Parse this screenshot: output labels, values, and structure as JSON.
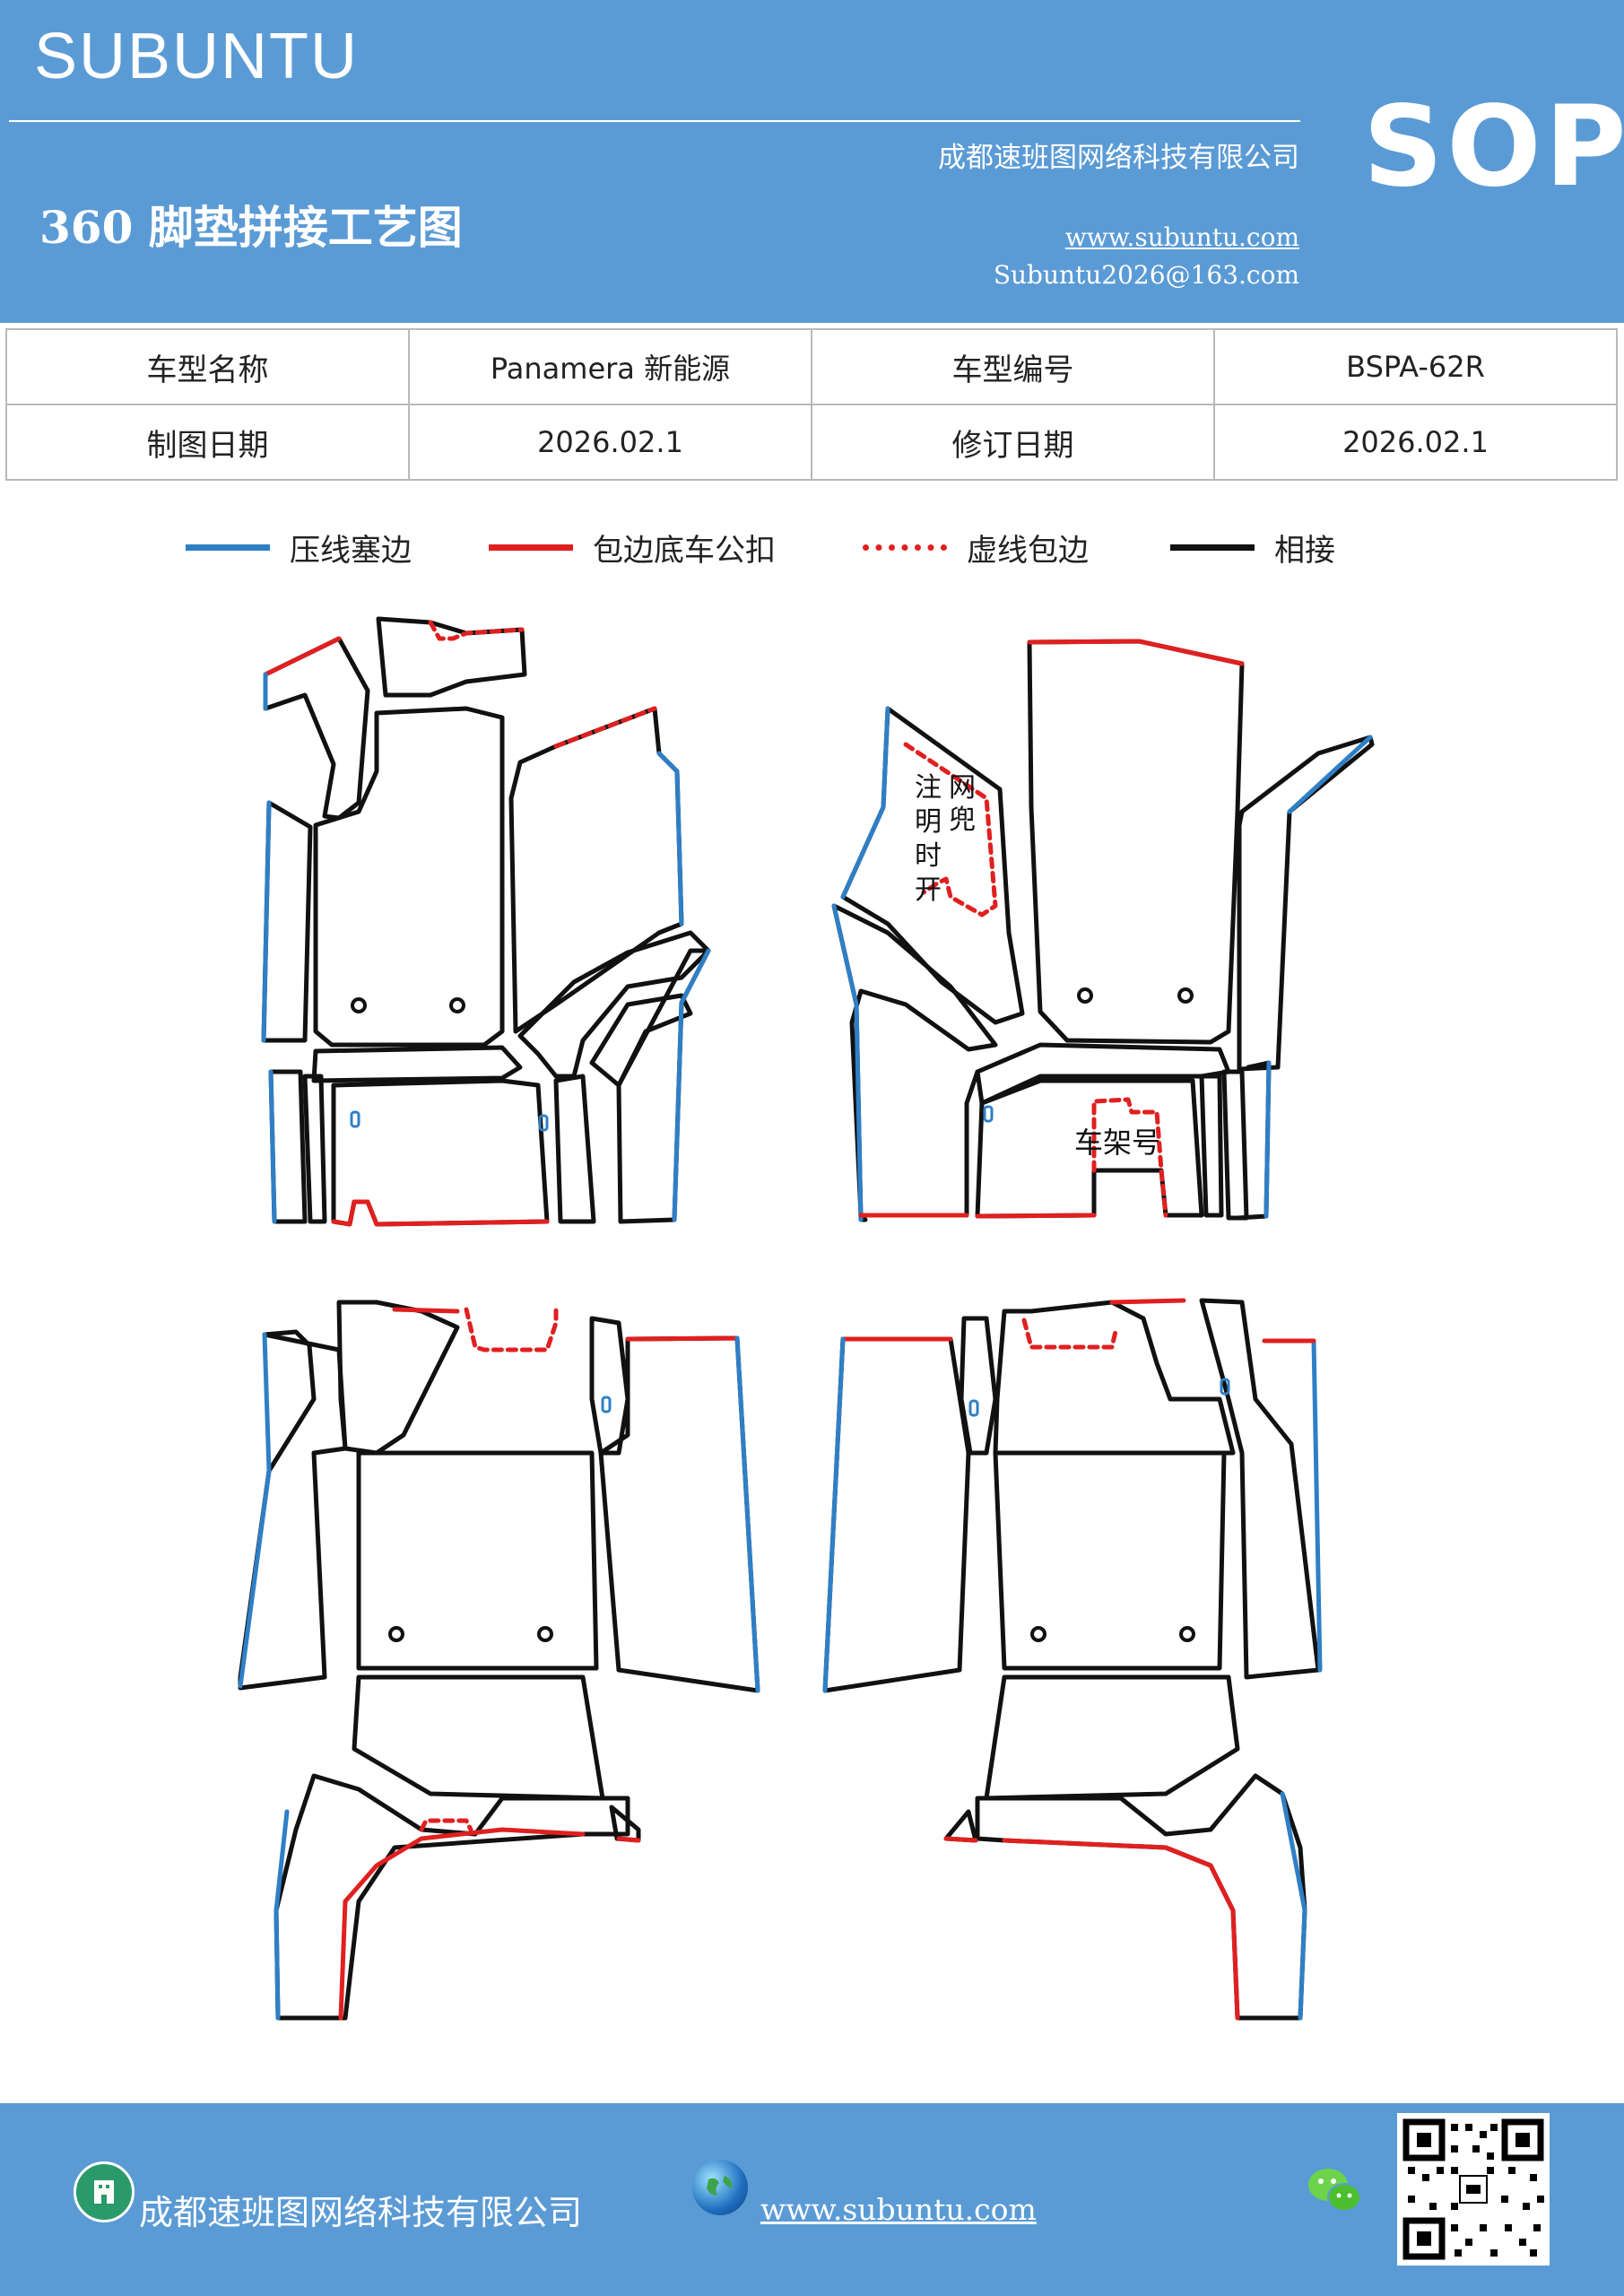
{
  "header": {
    "brand": "SUBUNTU",
    "badge": "SOP",
    "company": "成都速班图网络科技有限公司",
    "website": "www.subuntu.com",
    "email": "Subuntu2026@163.com",
    "title": "360 脚垫拼接工艺图"
  },
  "info_table": {
    "row1": {
      "label1": "车型名称",
      "value1": "Panamera 新能源",
      "label2": "车型编号",
      "value2": "BSPA-62R"
    },
    "row2": {
      "label1": "制图日期",
      "value1": "2026.02.1",
      "label2": "修订日期",
      "value2": "2026.02.1"
    }
  },
  "legend": [
    {
      "label": "压线塞边",
      "color": "#2f7fc6",
      "style": "solid"
    },
    {
      "label": "包边底车公扣",
      "color": "#e02020",
      "style": "solid"
    },
    {
      "label": "虚线包边",
      "color": "#e02020",
      "style": "dashed"
    },
    {
      "label": "相接",
      "color": "#111111",
      "style": "solid"
    }
  ],
  "diagram": {
    "note_vertical_col1": "网兜",
    "note_vertical_col2": "注明时开",
    "vin_label": "车架号"
  },
  "footer": {
    "company": "成都速班图网络科技有限公司",
    "website": "www.subuntu.com "
  },
  "colors": {
    "header_bg": "#5b9bd5",
    "press_line": "#2f7fc6",
    "edge_red": "#e02020",
    "join_black": "#111111"
  },
  "icons": [
    "building-icon",
    "globe-icon",
    "wechat-icon",
    "qr-code-icon"
  ]
}
